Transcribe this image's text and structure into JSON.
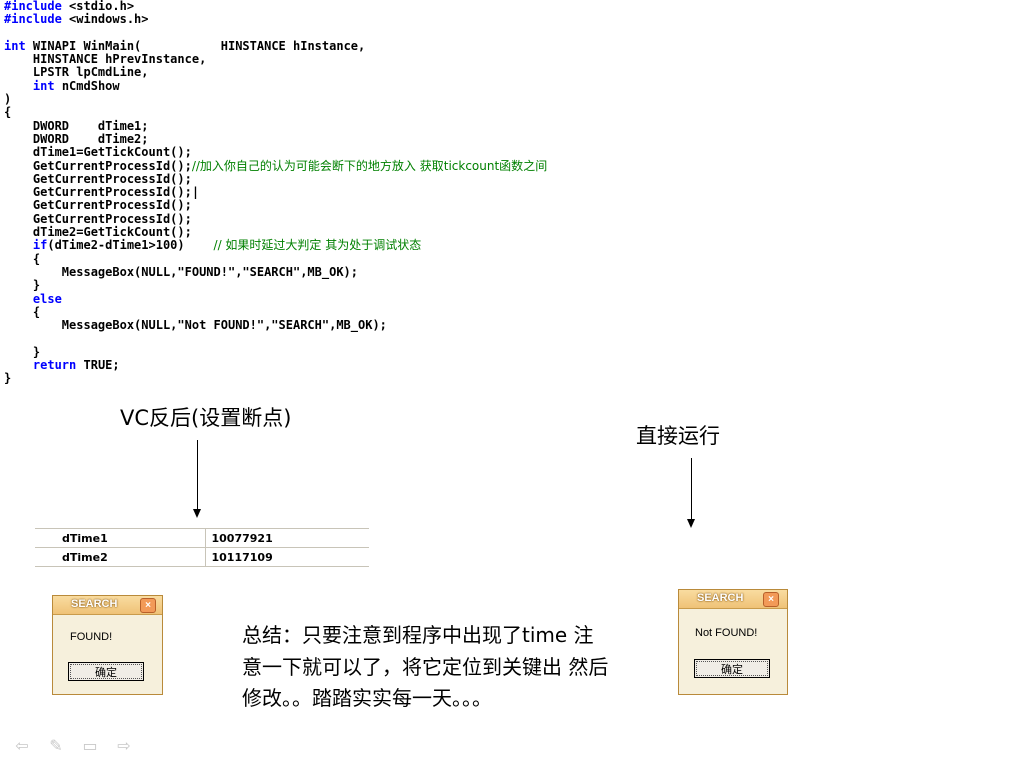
{
  "code": {
    "lines": [
      [
        {
          "t": "#include",
          "k": "kw"
        },
        {
          "t": " <stdio.h>"
        }
      ],
      [
        {
          "t": "#include",
          "k": "kw"
        },
        {
          "t": " <windows.h>"
        }
      ],
      [
        {
          "t": ""
        }
      ],
      [
        {
          "t": "int",
          "k": "kw"
        },
        {
          "t": " WINAPI WinMain(           HINSTANCE hInstance,"
        }
      ],
      [
        {
          "t": "    HINSTANCE hPrevInstance,"
        }
      ],
      [
        {
          "t": "    LPSTR lpCmdLine,"
        }
      ],
      [
        {
          "t": "    "
        },
        {
          "t": "int",
          "k": "kw"
        },
        {
          "t": " nCmdShow"
        }
      ],
      [
        {
          "t": ")"
        }
      ],
      [
        {
          "t": "{"
        }
      ],
      [
        {
          "t": "    DWORD    dTime1;"
        }
      ],
      [
        {
          "t": "    DWORD    dTime2;"
        }
      ],
      [
        {
          "t": "    dTime1=GetTickCount();"
        }
      ],
      [
        {
          "t": "    GetCurrentProcessId();"
        },
        {
          "t": "//加入你自己的认为可能会断下的地方放入 获取tickcount函数之间",
          "k": "cm"
        }
      ],
      [
        {
          "t": "    GetCurrentProcessId();"
        }
      ],
      [
        {
          "t": "    GetCurrentProcessId();|"
        }
      ],
      [
        {
          "t": "    GetCurrentProcessId();"
        }
      ],
      [
        {
          "t": "    GetCurrentProcessId();"
        }
      ],
      [
        {
          "t": "    dTime2=GetTickCount();"
        }
      ],
      [
        {
          "t": "    "
        },
        {
          "t": "if",
          "k": "kw"
        },
        {
          "t": "(dTime2-dTime1>100)    "
        },
        {
          "t": "// 如果时延过大判定 其为处于调试状态",
          "k": "cm"
        }
      ],
      [
        {
          "t": "    {"
        }
      ],
      [
        {
          "t": "        MessageBox(NULL,\"FOUND!\",\"SEARCH\",MB_OK);"
        }
      ],
      [
        {
          "t": "    }"
        }
      ],
      [
        {
          "t": "    "
        },
        {
          "t": "else",
          "k": "kw"
        }
      ],
      [
        {
          "t": "    {"
        }
      ],
      [
        {
          "t": "        MessageBox(NULL,\"Not FOUND!\",\"SEARCH\",MB_OK);"
        }
      ],
      [
        {
          "t": ""
        }
      ],
      [
        {
          "t": "    }"
        }
      ],
      [
        {
          "t": "    "
        },
        {
          "t": "return",
          "k": "kw"
        },
        {
          "t": " TRUE;"
        }
      ],
      [
        {
          "t": "}"
        }
      ]
    ]
  },
  "captions": {
    "left": "VC反后(设置断点)",
    "right": "直接运行"
  },
  "watch": {
    "rows": [
      {
        "name": "dTime1",
        "value": "10077921"
      },
      {
        "name": "dTime2",
        "value": "10117109"
      }
    ]
  },
  "dialog_left": {
    "title": "SEARCH",
    "message": "FOUND!",
    "ok": "确定",
    "close": "×"
  },
  "dialog_right": {
    "title": "SEARCH",
    "message": "Not FOUND!",
    "ok": "确定",
    "close": "×"
  },
  "summary": "总结：只要注意到程序中出现了time 注意一下就可以了，将它定位到关键出 然后修改。。踏踏实实每一天。。。",
  "nav": {
    "prev": "⇦",
    "pen": "✎",
    "menu": "▭",
    "next": "⇨"
  },
  "colors": {
    "keyword": "#0000ff",
    "comment": "#008000",
    "dialog_title": "#efc277",
    "dialog_close": "#f29a58"
  }
}
